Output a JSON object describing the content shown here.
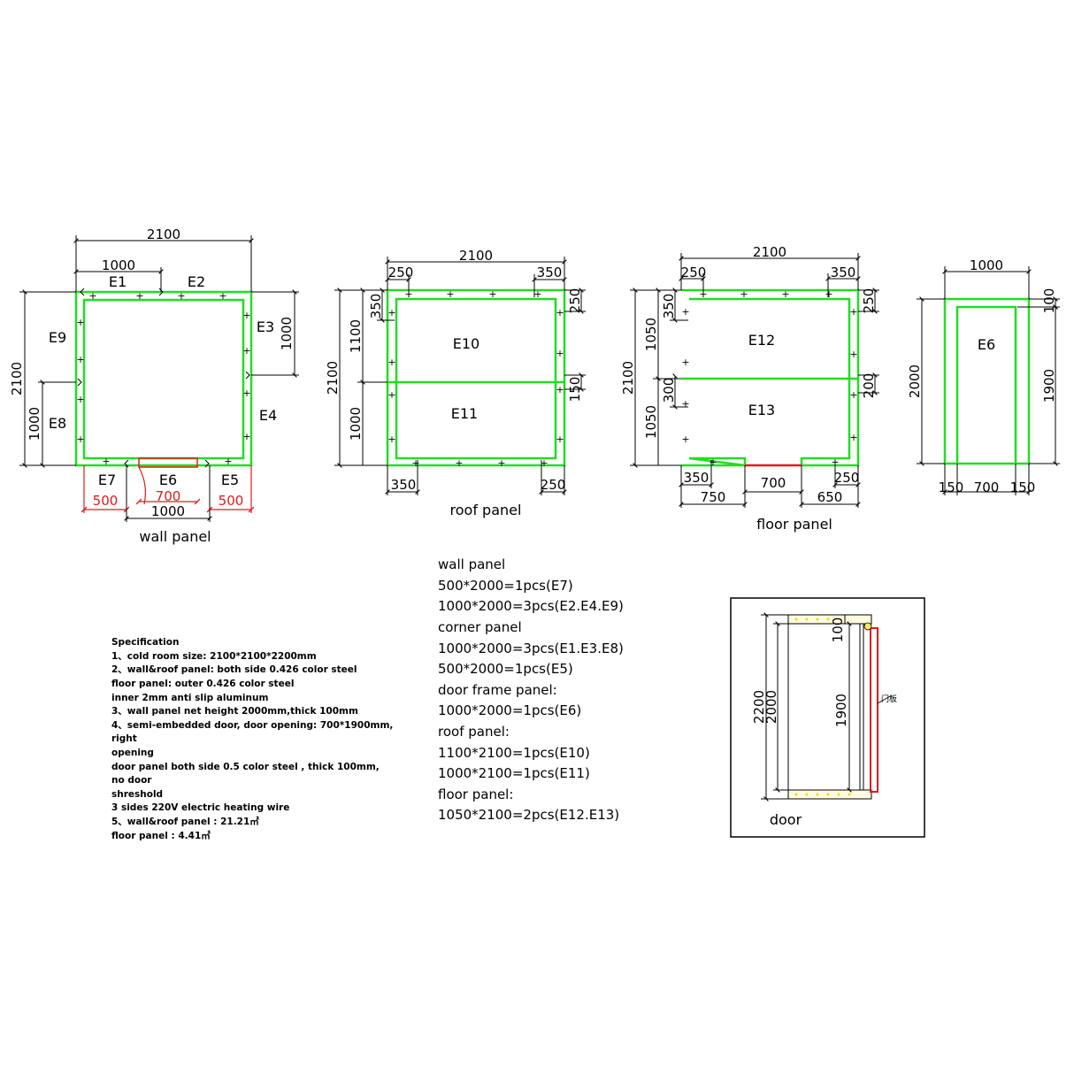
{
  "wall_diagram": {
    "caption": "wall panel",
    "dims": {
      "top_total": "2100",
      "top_part": "1000",
      "left_total": "2100",
      "right_e3": "1000",
      "left_e8": "1000",
      "bottom_left": "500",
      "bottom_right": "500",
      "door_opening": "700",
      "bottom_mid": "1000"
    },
    "labels": {
      "e1": "E1",
      "e2": "E2",
      "e3": "E3",
      "e4": "E4",
      "e5": "E5",
      "e6": "E6",
      "e7": "E7",
      "e8": "E8",
      "e9": "E9"
    }
  },
  "roof_diagram": {
    "caption": "roof panel",
    "dims": {
      "top_total": "2100",
      "top_left": "250",
      "top_right": "350",
      "left_total": "2100",
      "left_upper": "1100",
      "left_lower": "1000",
      "left_small": "350",
      "right_top": "250",
      "right_mid": "150",
      "bottom_left": "350",
      "bottom_right": "250"
    },
    "labels": {
      "upper": "E10",
      "lower": "E11"
    }
  },
  "floor_diagram": {
    "caption": "floor panel",
    "dims": {
      "top_total": "2100",
      "top_left": "250",
      "top_right": "350",
      "left_total": "2100",
      "left_upper": "1050",
      "left_lower": "1050",
      "left_small": "350",
      "left_mid": "300",
      "right_top": "250",
      "right_mid": "200",
      "bottom_a": "350",
      "bottom_door": "700",
      "bottom_b": "250",
      "bottom_left_total": "750",
      "bottom_right_total": "650"
    },
    "labels": {
      "upper": "E12",
      "lower": "E13"
    }
  },
  "door_frame_diagram": {
    "dims": {
      "top": "1000",
      "left": "2000",
      "right_top": "100",
      "right": "1900",
      "b1": "150",
      "b2": "700",
      "b3": "150"
    },
    "label": "E6"
  },
  "door_detail": {
    "caption": "door",
    "dims": {
      "outer": "2200",
      "inner": "2000",
      "opening": "1900",
      "top": "100"
    },
    "note": "门板"
  },
  "specification": {
    "lines": [
      "Specification",
      "1、cold room size:  2100*2100*2200mm",
      "2、wall&roof panel:  both side 0.426 color steel",
      "     floor panel:  outer 0.426 color steel",
      "inner 2mm anti slip aluminum",
      "3、wall panel net height 2000mm,thick 100mm",
      "4、semi-embedded door, door opening:  700*1900mm,",
      "right",
      "opening",
      "     door panel both side 0.5 color steel  , thick 100mm,",
      "no door",
      "shreshold",
      "3 sides 220V electric heating wire",
      "5、wall&roof panel : 21.21㎡",
      "     floor panel : 4.41㎡"
    ]
  },
  "panel_list": {
    "lines": [
      "wall panel",
      "500*2000=1pcs(E7)",
      "1000*2000=3pcs(E2.E4.E9)",
      "corner panel",
      "1000*2000=3pcs(E1.E3.E8)",
      "500*2000=1pcs(E5)",
      "door frame panel:",
      "1000*2000=1pcs(E6)",
      "roof panel:",
      "1100*2100=1pcs(E10)",
      "1000*2100=1pcs(E11)",
      "floor panel:",
      "1050*2100=2pcs(E12.E13)"
    ]
  }
}
